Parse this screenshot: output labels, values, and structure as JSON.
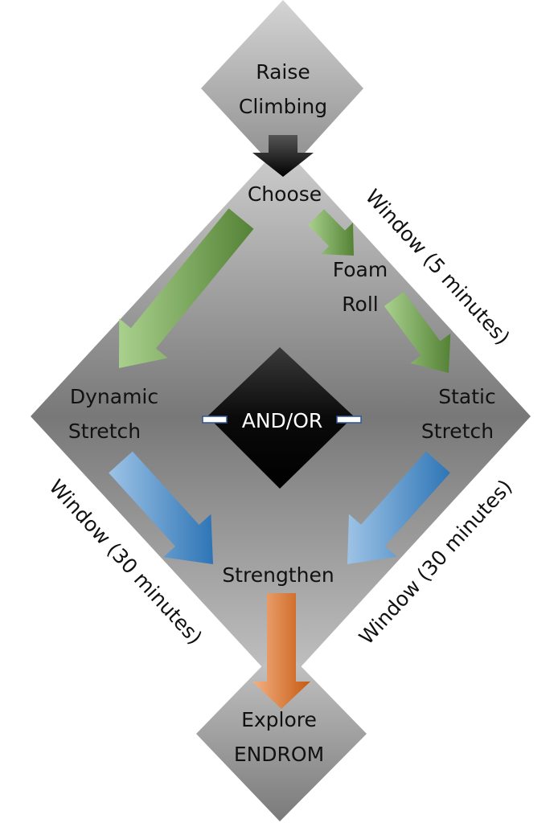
{
  "nodes": {
    "start": [
      "Raise",
      "Climbing"
    ],
    "choose": "Choose",
    "foam_roll": [
      "Foam",
      "Roll"
    ],
    "dynamic_stretch": [
      "Dynamic",
      "Stretch"
    ],
    "static_stretch": [
      "Static",
      "Stretch"
    ],
    "and_or": "AND/OR",
    "strengthen": "Strengthen",
    "end": [
      "Explore",
      "ENDROM"
    ]
  },
  "edge_labels": {
    "upper_right": "Window (5 minutes)",
    "lower_left": "Window (30 minutes)",
    "lower_right": "Window (30 minutes)"
  },
  "colors": {
    "green_arrow": "#70ad47",
    "blue_arrow": "#2e75b6",
    "orange_arrow": "#c55a11",
    "black_arrow": "#000000",
    "center_diamond": "#000000"
  }
}
